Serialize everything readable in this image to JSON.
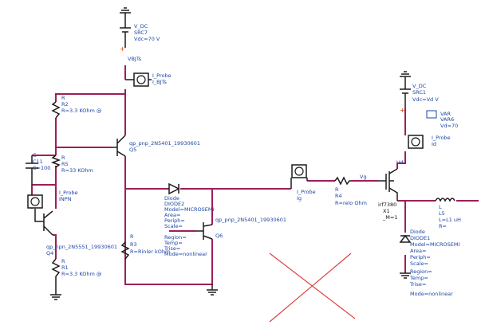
{
  "colors": {
    "wire": "#9c1f5a",
    "component": "#1b1b1b",
    "label": "#1c45a4",
    "crossmark": "#e04040"
  },
  "labels": {
    "v_dc_top": [
      "V_DC",
      "SRC7",
      "Vdc=70 V"
    ],
    "vbjts": "VBJTs",
    "iprobe_bjts": [
      "I_Probe",
      "I_BJTs"
    ],
    "r2": [
      "R",
      "R2",
      "R=3.3 KOhm @"
    ],
    "c11": [
      "C",
      "C11",
      "C=100"
    ],
    "r5": [
      "R",
      "R5",
      "R=33 KOhm"
    ],
    "q_pnp_top": [
      "qp_pnp_2N5401_19930601",
      "Q5"
    ],
    "iprobe_inpn": [
      "I_Probe",
      "INPN"
    ],
    "q_npn": [
      "qp_npn_2N5551_19930601",
      "Q4"
    ],
    "r1": [
      "R",
      "R1",
      "R=3.3 KOhm @"
    ],
    "diode_e2": [
      "Diode",
      "DIODE2",
      "Model=MICROSEMI",
      "Area=",
      "Periph=",
      "Scale=",
      "Region=",
      "Temp=",
      "Trise=",
      "Mode=nonlinear"
    ],
    "q_pnp_bottom": [
      "qp_pnp_2N5401_19930601",
      "Q6"
    ],
    "r3": [
      "R",
      "R3",
      "R=Rinler kOhm"
    ],
    "iprobe_ig": [
      "I_Probe",
      "Ig"
    ],
    "r4": [
      "R",
      "R4",
      "R=relo Ohm"
    ],
    "vg": "Vg",
    "mosfet": [
      "irf7380",
      "X1",
      "_M=1"
    ],
    "v_dc_right": [
      "V_DC",
      "SRC1",
      "Vdc=Vd V"
    ],
    "var": [
      "VAR",
      "VAR6",
      "Vd=70"
    ],
    "iprobe_id": [
      "I_Probe",
      "Id"
    ],
    "vd": "Vd",
    "inductor": [
      "L",
      "L5",
      "L=L1 uH",
      "R="
    ],
    "diode_e1": [
      "Diode",
      "DIODE1",
      "Model=MICROSEMI",
      "Area=",
      "Periph=",
      "Scale=",
      "Region=",
      "Temp=",
      "Trise=",
      "Mode=nonlinear"
    ]
  }
}
